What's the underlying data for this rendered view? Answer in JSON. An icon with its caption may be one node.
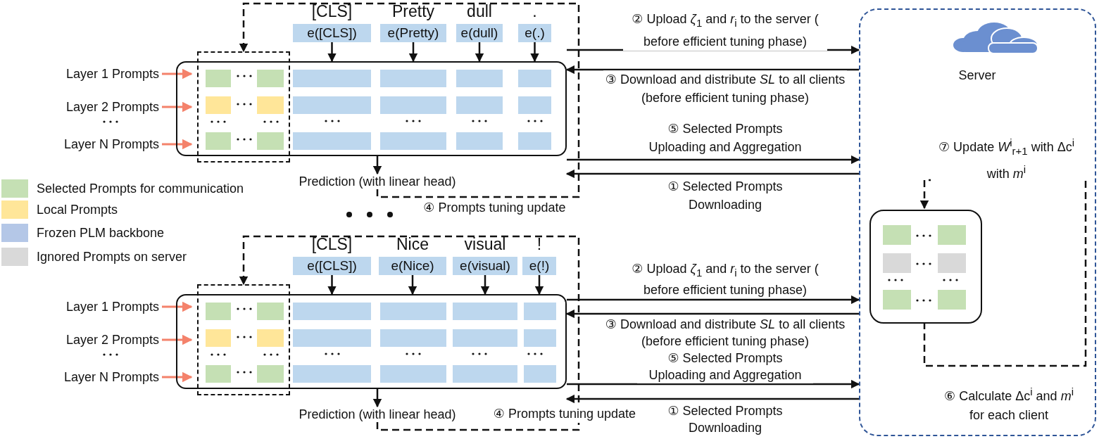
{
  "diagram": {
    "nodes": [
      {
        "text": [],
        "shape": "box"
      },
      {
        "text": [],
        "shape": "box"
      },
      {
        "text": [
          "e([CLS])"
        ],
        "beside": [
          "[CLS]"
        ]
      },
      {
        "text": [
          "e(Pretty)"
        ],
        "beside": [
          "Pretty"
        ]
      },
      {
        "text": [
          "e(dull)"
        ],
        "beside": [
          "dull"
        ]
      },
      {
        "text": [
          "e(.)"
        ],
        "beside": [
          "."
        ]
      },
      {
        "text": [
          "Layer 1 Prompts"
        ]
      },
      {
        "text": [
          "Layer 2 Prompts"
        ]
      },
      {
        "text": [
          "Layer N Prompts"
        ]
      },
      {
        "text": [
          "Prediction (with linear head)"
        ]
      },
      {
        "text": [
          "Server"
        ]
      },
      {
        "text": [],
        "shape": "box",
        "in": 10
      },
      {
        "text": [],
        "shape": "box"
      },
      {
        "text": [],
        "shape": "box"
      },
      {
        "text": [
          "e([CLS])"
        ],
        "beside": [
          "[CLS]"
        ]
      },
      {
        "text": [
          "e(Nice)"
        ],
        "beside": [
          "Nice"
        ]
      },
      {
        "text": [
          "e(visual)"
        ],
        "beside": [
          "visual"
        ]
      },
      {
        "text": [
          "e(!)"
        ],
        "beside": [
          "!"
        ]
      },
      {
        "text": [
          "Layer 1 Prompts"
        ]
      },
      {
        "text": [
          "Layer 2 Prompts"
        ]
      },
      {
        "text": [
          "Layer N Prompts"
        ]
      },
      {
        "text": [
          "Prediction (with linear head)"
        ]
      }
    ],
    "edges": [
      {
        "from": 2,
        "to": 1,
        "arrow": "to"
      },
      {
        "from": 3,
        "to": 1,
        "arrow": "to"
      },
      {
        "from": 4,
        "to": 1,
        "arrow": "to"
      },
      {
        "from": 5,
        "to": 1,
        "arrow": "to"
      },
      {
        "from": 6,
        "to": 1,
        "arrow": "to",
        "color": "#f4826b"
      },
      {
        "from": 7,
        "to": 1,
        "arrow": "to",
        "color": "#f4826b"
      },
      {
        "from": 8,
        "to": 1,
        "arrow": "to",
        "color": "#f4826b"
      },
      {
        "from": 1,
        "to": 9,
        "arrow": "to"
      },
      {
        "from": 9,
        "to": 0,
        "arrow": "to",
        "style": "dashed",
        "label": "④ Prompts tuning update"
      },
      {
        "from": 1,
        "to": 10,
        "arrow": "to",
        "label": "② Upload *ζ*$_{1}$ and *r*$_{i}$ to the server ( before efficient tuning phase)"
      },
      {
        "from": 10,
        "to": 1,
        "arrow": "to",
        "label": "③ Download and distribute *SL* to all clients (before efficient tuning phase)"
      },
      {
        "from": 1,
        "to": 10,
        "arrow": "to",
        "label": "⑤ Selected Prompts Uploading and Aggregation"
      },
      {
        "from": 10,
        "to": 1,
        "arrow": "to",
        "label": "① Selected Prompts Downloading"
      },
      {
        "from": 11,
        "to": 11,
        "arrow": "to",
        "style": "dashed",
        "label": "⑦ Update *W*$^{i}$$_{r+1}$ with Δc$^{i}$ with *m*$^{i}$"
      },
      {
        "from": 14,
        "to": 13,
        "arrow": "to"
      },
      {
        "from": 15,
        "to": 13,
        "arrow": "to"
      },
      {
        "from": 16,
        "to": 13,
        "arrow": "to"
      },
      {
        "from": 17,
        "to": 13,
        "arrow": "to"
      },
      {
        "from": 18,
        "to": 13,
        "arrow": "to",
        "color": "#f4826b"
      },
      {
        "from": 19,
        "to": 13,
        "arrow": "to",
        "color": "#f4826b"
      },
      {
        "from": 20,
        "to": 13,
        "arrow": "to",
        "color": "#f4826b"
      },
      {
        "from": 13,
        "to": 21,
        "arrow": "to"
      },
      {
        "from": 21,
        "to": 12,
        "arrow": "to",
        "style": "dashed",
        "label": "④ Prompts tuning update"
      },
      {
        "from": 13,
        "to": 10,
        "arrow": "to",
        "label": "② Upload *ζ*$_{1}$ and *r*$_{i}$ to the server ( before efficient tuning phase)"
      },
      {
        "from": 10,
        "to": 13,
        "arrow": "to",
        "label": "③ Download and distribute *SL* to all clients (before efficient tuning phase)"
      },
      {
        "from": 13,
        "to": 10,
        "arrow": "to",
        "label": "⑤ Selected Prompts Uploading and Aggregation"
      },
      {
        "from": 10,
        "to": 13,
        "arrow": "to",
        "label": "① Selected Prompts Downloading"
      }
    ],
    "labels": [
      "⑥ Calculate Δc$^{i}$ and *m*$^{i}$ for each client"
    ],
    "legend": [
      {
        "text": "Selected Prompts for communication",
        "color": "#c5e0b4"
      },
      {
        "text": "Local Prompts",
        "color": "#ffe699"
      },
      {
        "text": "Frozen PLM backbone",
        "color": "#b4c7e7"
      },
      {
        "text": "Ignored Prompts on server",
        "color": "#d9d9d9"
      }
    ]
  }
}
